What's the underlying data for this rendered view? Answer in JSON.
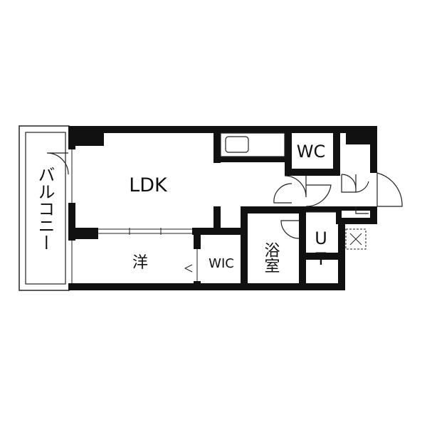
{
  "floor_plan": {
    "rooms": {
      "ldk": "LDK",
      "western": "洋",
      "wic": "WIC",
      "wc": "WC",
      "bath": "浴室",
      "ut_top": "U",
      "ut_bottom": "T",
      "balcony": "バルコニー"
    }
  },
  "colors": {
    "wall": "#111111",
    "background": "#ffffff",
    "line": "#222222"
  }
}
